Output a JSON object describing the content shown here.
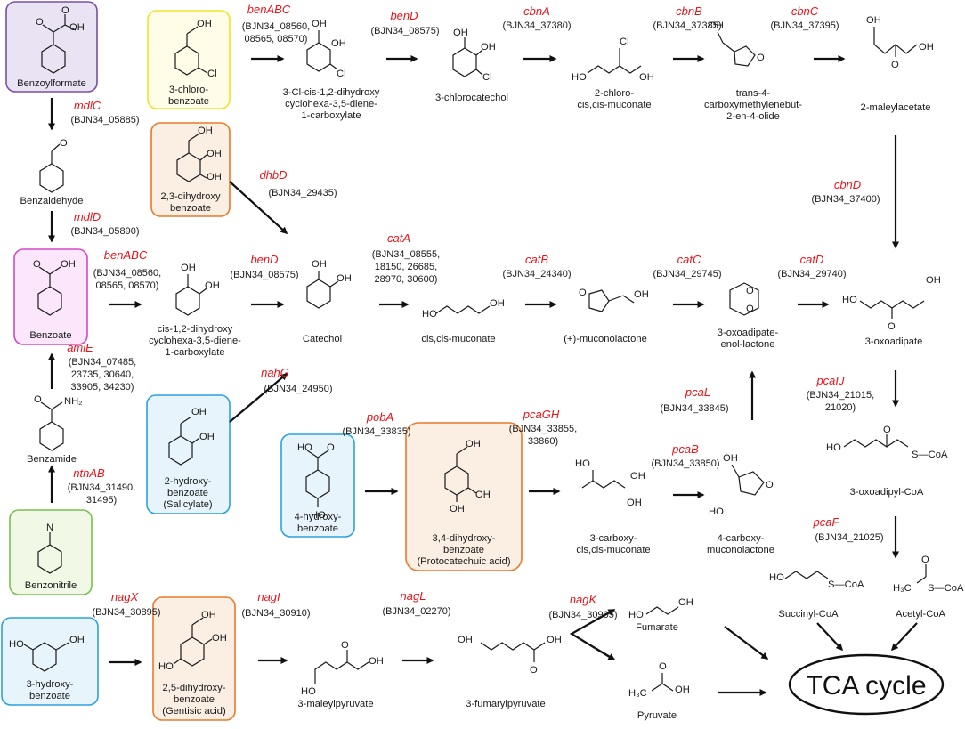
{
  "compounds": {
    "benzoylformate": "Benzoylformate",
    "benzaldehyde": "Benzaldehyde",
    "benzoate": "Benzoate",
    "benzamide": "Benzamide",
    "benzonitrile": "Benzonitrile",
    "chlorobenzoate_1": "3-chloro-",
    "chlorobenzoate_2": "benzoate",
    "dihydroxybenzoate23_1": "2,3-dihydroxy",
    "dihydroxybenzoate23_2": "benzoate",
    "salicylate_1": "2-hydroxy-",
    "salicylate_2": "benzoate",
    "salicylate_3": "(Salicylate)",
    "hydroxybenzoate4_1": "4-hydroxy-",
    "hydroxybenzoate4_2": "benzoate",
    "protocatechuate_1": "3,4-dihydroxy-",
    "protocatechuate_2": "benzoate",
    "protocatechuate_3": "(Protocatechuic acid)",
    "hydroxybenzoate3_1": "3-hydroxy-",
    "hydroxybenzoate3_2": "benzoate",
    "gentisate_1": "2,5-dihydroxy-",
    "gentisate_2": "benzoate",
    "gentisate_3": "(Gentisic acid)",
    "cl_diol_1": "3-Cl-cis-1,2-dihydroxy",
    "cl_diol_2": "cyclohexa-3,5-diene-",
    "cl_diol_3": "1-carboxylate",
    "chlorocatechol": "3-chlorocatechol",
    "chloromuconate_1": "2-chloro-",
    "chloromuconate_2": "cis,cis-muconate",
    "dienelactone_1": "trans-4-",
    "dienelactone_2": "carboxymethylenebut-",
    "dienelactone_3": "2-en-4-olide",
    "maleylacetate": "2-maleylacetate",
    "diol_1": "cis-1,2-dihydroxy",
    "diol_2": "cyclohexa-3,5-diene-",
    "diol_3": "1-carboxylate",
    "catechol": "Catechol",
    "muconate": "cis,cis-muconate",
    "muconolactone": "(+)-muconolactone",
    "enollactone_1": "3-oxoadipate-",
    "enollactone_2": "enol-lactone",
    "oxoadipate": "3-oxoadipate",
    "oxoadipylcoa": "3-oxoadipyl-CoA",
    "succinylcoa": "Succinyl-CoA",
    "acetylcoa": "Acetyl-CoA",
    "carboxymuconate_1": "3-carboxy-",
    "carboxymuconate_2": "cis,cis-muconate",
    "carboxymuconolactone_1": "4-carboxy-",
    "carboxymuconolactone_2": "muconolactone",
    "maleylpyruvate": "3-maleylpyruvate",
    "fumarylpyruvate": "3-fumarylpyruvate",
    "fumarate": "Fumarate",
    "pyruvate": "Pyruvate",
    "tca": "TCA cycle"
  },
  "enzymes": {
    "mdlC": {
      "gene": "mdlC",
      "acc": [
        "(BJN34_05885)"
      ]
    },
    "mdlD": {
      "gene": "mdlD",
      "acc": [
        "(BJN34_05890)"
      ]
    },
    "amiE": {
      "gene": "amiE",
      "acc": [
        "(BJN34_07485,",
        "23735, 30640,",
        "33905, 34230)"
      ]
    },
    "nthAB": {
      "gene": "nthAB",
      "acc": [
        "(BJN34_31490,",
        "31495)"
      ]
    },
    "benABC_top": {
      "gene": "benABC",
      "acc": [
        "(BJN34_08560,",
        "08565, 08570)"
      ]
    },
    "benD_top": {
      "gene": "benD",
      "acc": [
        "(BJN34_08575)"
      ]
    },
    "cbnA": {
      "gene": "cbnA",
      "acc": [
        "(BJN34_37380)"
      ]
    },
    "cbnB": {
      "gene": "cbnB",
      "acc": [
        "(BJN34_37385)"
      ]
    },
    "cbnC": {
      "gene": "cbnC",
      "acc": [
        "(BJN34_37395)"
      ]
    },
    "cbnD": {
      "gene": "cbnD",
      "acc": [
        "(BJN34_37400)"
      ]
    },
    "dhbD": {
      "gene": "dhbD",
      "acc": [
        "(BJN34_29435)"
      ]
    },
    "benABC_mid": {
      "gene": "benABC",
      "acc": [
        "(BJN34_08560,",
        "08565, 08570)"
      ]
    },
    "benD_mid": {
      "gene": "benD",
      "acc": [
        "(BJN34_08575)"
      ]
    },
    "catA": {
      "gene": "catA",
      "acc": [
        "(BJN34_08555,",
        "18150, 26685,",
        "28970, 30600)"
      ]
    },
    "catB": {
      "gene": "catB",
      "acc": [
        "(BJN34_24340)"
      ]
    },
    "catC": {
      "gene": "catC",
      "acc": [
        "(BJN34_29745)"
      ]
    },
    "catD": {
      "gene": "catD",
      "acc": [
        "(BJN34_29740)"
      ]
    },
    "nahG": {
      "gene": "nahG",
      "acc": [
        "(BJN34_24950)"
      ]
    },
    "pobA": {
      "gene": "pobA",
      "acc": [
        "(BJN34_33835)"
      ]
    },
    "pcaGH": {
      "gene": "pcaGH",
      "acc": [
        "(BJN34_33855,",
        "33860)"
      ]
    },
    "pcaB": {
      "gene": "pcaB",
      "acc": [
        "(BJN34_33850)"
      ]
    },
    "pcaL": {
      "gene": "pcaL",
      "acc": [
        "(BJN34_33845)"
      ]
    },
    "pcaIJ": {
      "gene": "pcaIJ",
      "acc": [
        "(BJN34_21015,",
        "21020)"
      ]
    },
    "pcaF": {
      "gene": "pcaF",
      "acc": [
        "(BJN34_21025)"
      ]
    },
    "nagX": {
      "gene": "nagX",
      "acc": [
        "(BJN34_30895)"
      ]
    },
    "nagI": {
      "gene": "nagI",
      "acc": [
        "(BJN34_30910)"
      ]
    },
    "nagL": {
      "gene": "nagL",
      "acc": [
        "(BJN34_02270)"
      ]
    },
    "nagK": {
      "gene": "nagK",
      "acc": [
        "(BJN34_30905)"
      ]
    }
  },
  "atoms": {
    "OH": "OH",
    "O": "O",
    "Cl": "Cl",
    "N": "N",
    "NH2": "NH₂",
    "HO": "HO",
    "SCoA": "S—CoA",
    "H3C": "H₃C"
  },
  "colors": {
    "gene_red": "#e8141a",
    "box_purple_fill": "#e9e3f3",
    "box_purple_stroke": "#7b4fa6",
    "box_yellow_fill": "#fffce8",
    "box_yellow_stroke": "#f2e32a",
    "box_orange_fill": "#fbeee3",
    "box_orange_stroke": "#e87a2b",
    "box_magenta_fill": "#fbe6fb",
    "box_magenta_stroke": "#d04acb",
    "box_blue_fill": "#e8f4fb",
    "box_blue_stroke": "#2aa2dd",
    "box_green_fill": "#f1f8e6",
    "box_green_stroke": "#79c04a"
  }
}
